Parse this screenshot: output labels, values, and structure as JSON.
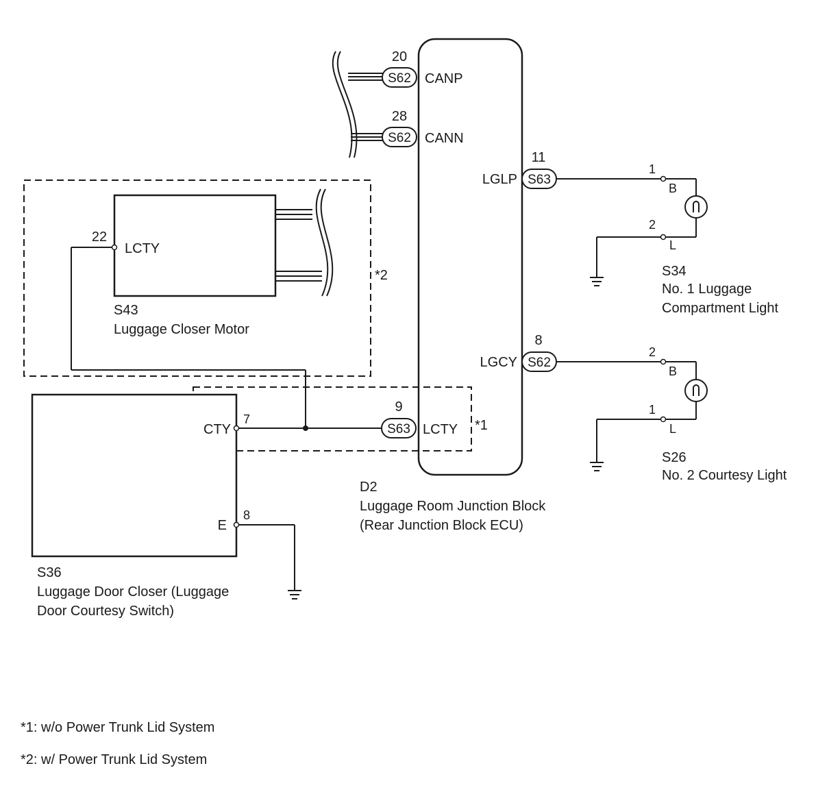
{
  "ecu": {
    "code": "D2",
    "name": "Luggage Room Junction Block",
    "subname": "(Rear Junction Block ECU)",
    "pins": {
      "canp": {
        "terminal": "CANP",
        "pin": "20",
        "connector": "S62"
      },
      "cann": {
        "terminal": "CANN",
        "pin": "28",
        "connector": "S62"
      },
      "lglp": {
        "terminal": "LGLP",
        "pin": "11",
        "connector": "S63"
      },
      "lgcy": {
        "terminal": "LGCY",
        "pin": "8",
        "connector": "S62"
      },
      "lcty": {
        "terminal": "LCTY",
        "pin": "9",
        "connector": "S63"
      }
    }
  },
  "motor": {
    "code": "S43",
    "name": "Luggage Closer Motor",
    "terminal": "LCTY",
    "pin": "22"
  },
  "closer": {
    "code": "S36",
    "name_line1": "Luggage Door Closer (Luggage",
    "name_line2": "Door Courtesy Switch)",
    "cty_terminal": "CTY",
    "cty_pin": "7",
    "e_terminal": "E",
    "e_pin": "8"
  },
  "light1": {
    "code": "S34",
    "name_line1": "No. 1 Luggage",
    "name_line2": "Compartment Light",
    "pin_b": "1",
    "pin_l": "2",
    "label_b": "B",
    "label_l": "L"
  },
  "light2": {
    "code": "S26",
    "name": "No. 2 Courtesy Light",
    "pin_b": "2",
    "pin_l": "1",
    "label_b": "B",
    "label_l": "L"
  },
  "markers": {
    "m1": "*1",
    "m2": "*2"
  },
  "notes": [
    "*1: w/o Power Trunk Lid System",
    "*2: w/ Power Trunk Lid System"
  ]
}
